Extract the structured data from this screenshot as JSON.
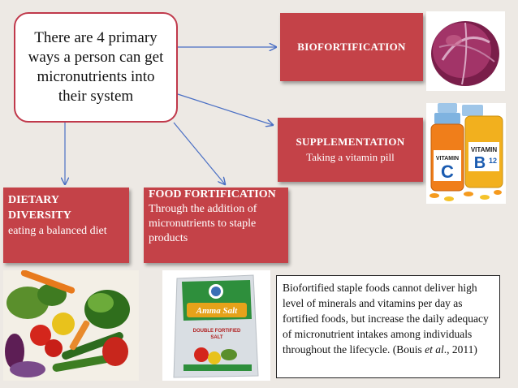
{
  "main_box": {
    "text": "There are 4 primary ways a person can get micronutrients into their system"
  },
  "biofortification": {
    "title": "BIOFORTIFICATION"
  },
  "supplementation": {
    "title": "SUPPLEMENTATION",
    "subtitle": "Taking a vitamin pill"
  },
  "dietary_diversity": {
    "title_line1": "DIETARY",
    "title_line2": "DIVERSITY",
    "desc": "eating a balanced diet"
  },
  "food_fortification": {
    "title": "FOOD FORTIFICATION",
    "desc": "Through the addition of micronutrients to staple products"
  },
  "note": {
    "text_before": "Biofortified staple foods cannot deliver high level of minerals and vitamins per day as fortified foods, but increase the daily adequacy of micronutrient intakes among individuals throughout the lifecycle. (Bouis ",
    "et_al": "et al",
    "text_after": "., 2011)"
  },
  "pill_labels": {
    "c_top": "VITAMIN",
    "c_letter": "C",
    "b_top": "VITAMIN",
    "b_letter": "B",
    "b_sub": "12"
  },
  "salt_package": {
    "brand": "Amma Salt",
    "tagline": "DOUBLE FORTIFIED",
    "kind": "SALT"
  },
  "colors": {
    "box_red": "#c44248",
    "arrow": "#4a6fc4",
    "background": "#ede9e4"
  }
}
